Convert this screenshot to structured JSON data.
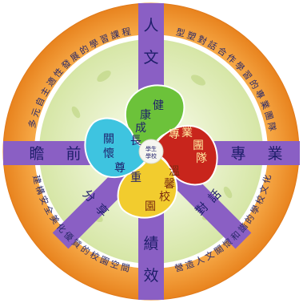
{
  "spokes": {
    "top": "人 文",
    "bottom": "績 效",
    "left": "瞻 前",
    "right": "專 業",
    "diag_bl": "分 享",
    "diag_br": "對 話"
  },
  "ring_texts": {
    "top_left": "多元自主適性發展的學習課程",
    "top_right": "型塑對話合作學習的專業團隊",
    "bottom_left": "建構安全美化優質的校園空間",
    "bottom_right": "營造人文關懷和諧的學校文化"
  },
  "petals": {
    "green": "健康成長",
    "red": "專業團隊",
    "cyan": "關懷尊重",
    "yellow": "溫馨校園"
  },
  "center": {
    "line1": "學生",
    "line2": "學校"
  },
  "colors": {
    "ring": "#f39b34",
    "ring_edge": "#e07a1c",
    "spoke": "#8a5fc4",
    "inner": "#e4efc4",
    "green": "#6cc23a",
    "red": "#c8251c",
    "cyan": "#3ec4e0",
    "yellow": "#f2cc2e",
    "center": "#f6f6f0",
    "text_dark": "#1e1e6a",
    "text_ring": "#2a2a6a"
  }
}
